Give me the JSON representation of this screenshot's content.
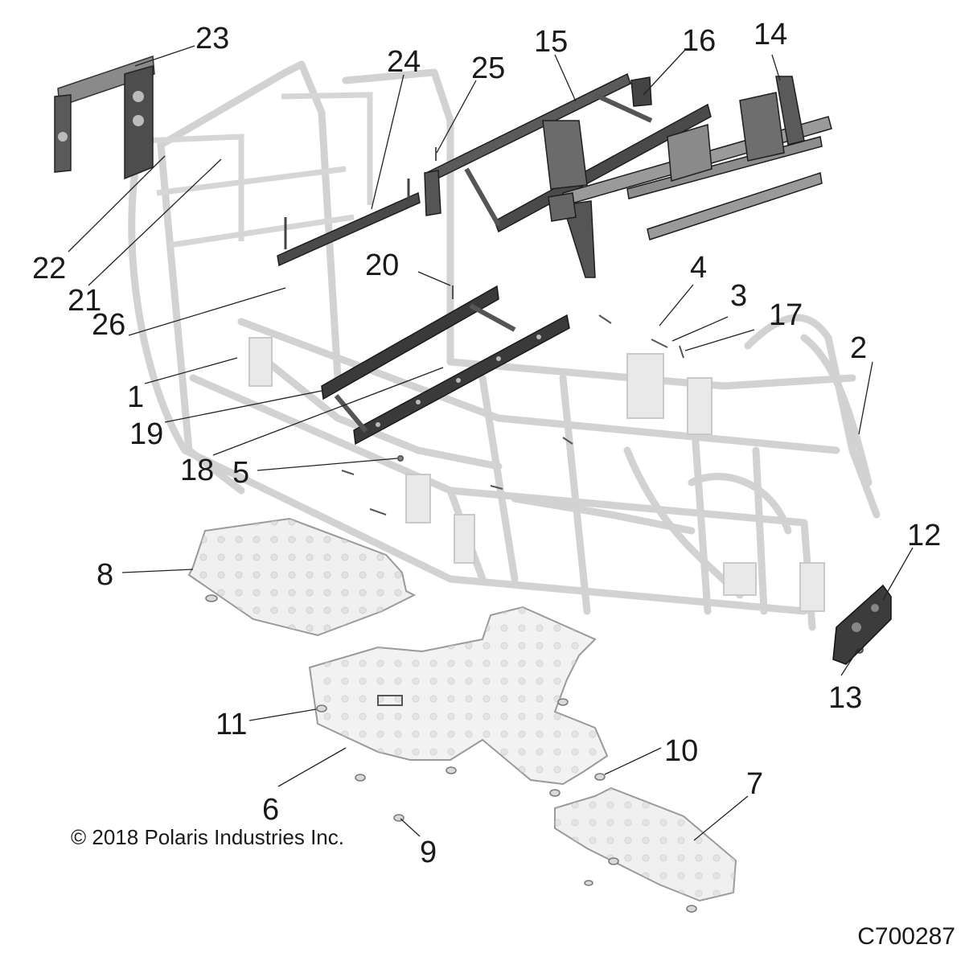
{
  "diagram": {
    "callouts": [
      "23",
      "24",
      "25",
      "15",
      "16",
      "14",
      "22",
      "21",
      "20",
      "4",
      "3",
      "17",
      "26",
      "2",
      "1",
      "19",
      "18",
      "5",
      "8",
      "12",
      "13",
      "11",
      "10",
      "6",
      "7",
      "9"
    ],
    "copyright": "© 2018 Polaris Industries Inc.",
    "drawing_id": "C700287"
  }
}
